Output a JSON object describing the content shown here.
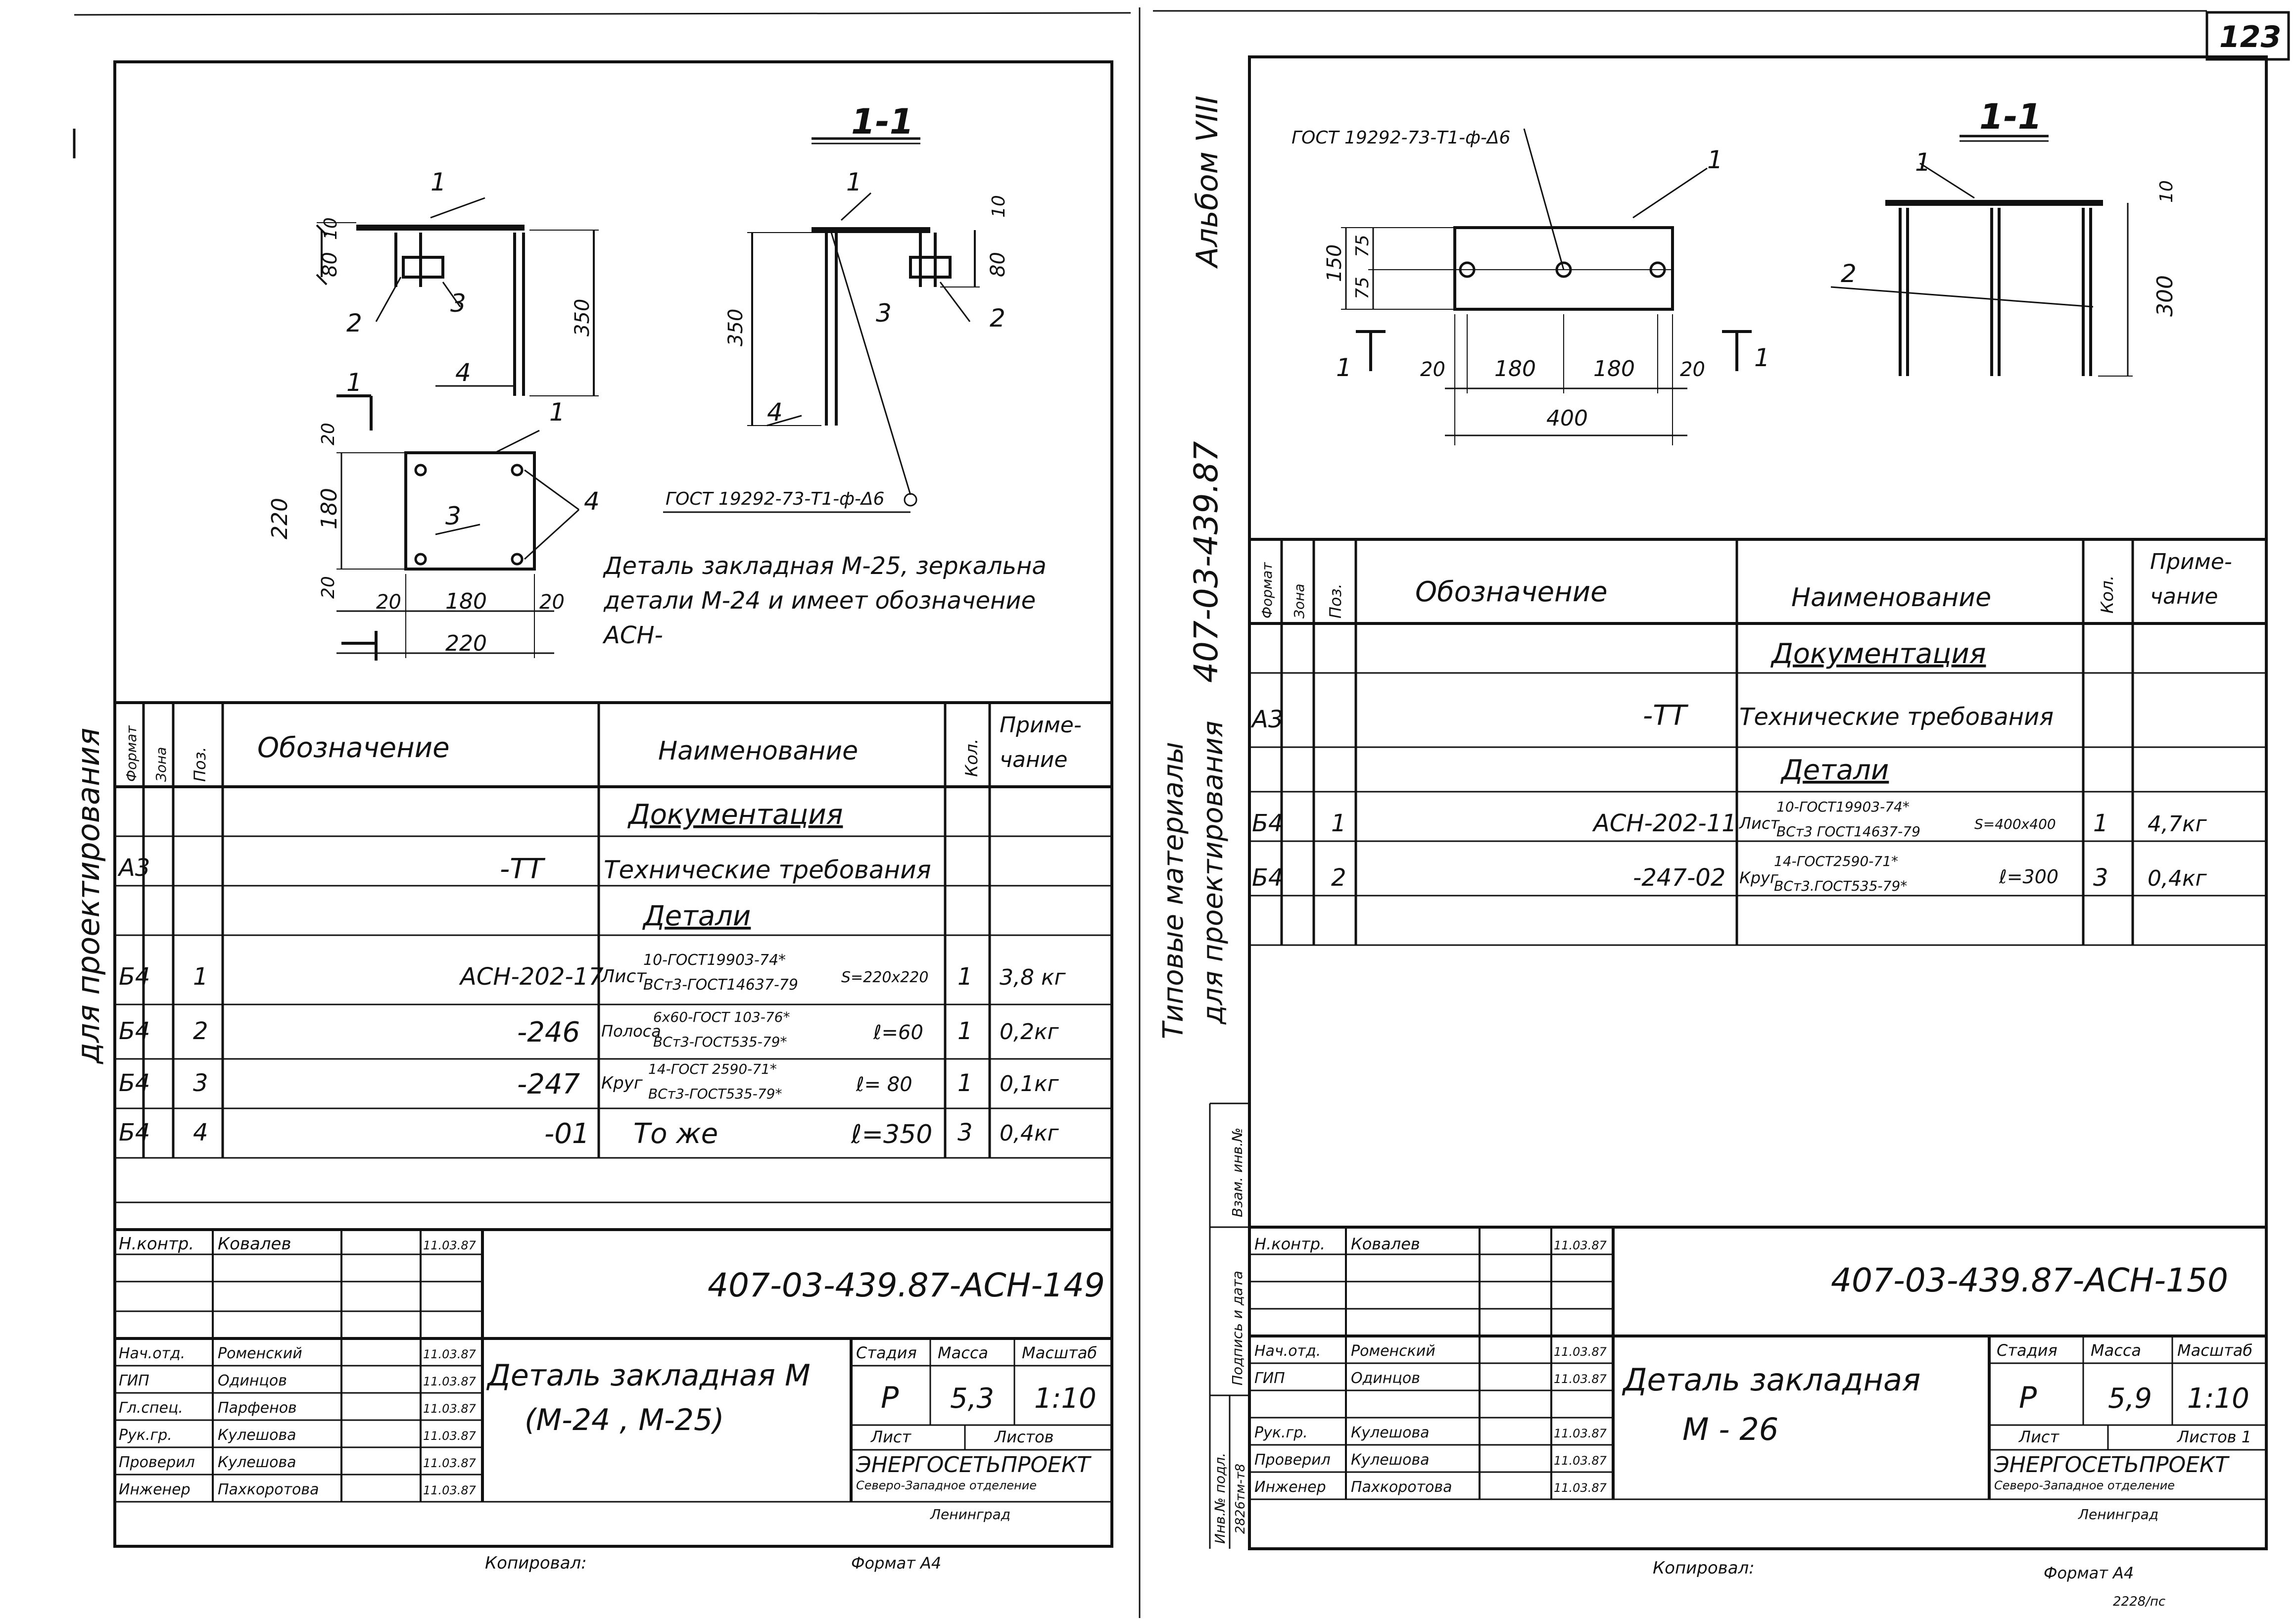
{
  "page_number": "123",
  "left_sheet": {
    "side_note": "для проектирования",
    "section": {
      "title": "1-1"
    },
    "left_view": {
      "dim_10": "10",
      "dim_80": "80",
      "dim_350": "350",
      "pos1": "1",
      "pos2": "2",
      "pos3": "3",
      "pos4": "4"
    },
    "right_view": {
      "dim_350": "350",
      "dim_10": "10",
      "dim_80": "80",
      "pos1": "1",
      "pos2": "2",
      "pos3": "3",
      "pos4": "4"
    },
    "plan_view": {
      "dim_220_v": "220",
      "dim_20_top": "20",
      "dim_180_v": "180",
      "dim_20_bottom": "20",
      "dim_20_left": "20",
      "dim_180_h": "180",
      "dim_20_right": "20",
      "dim_220_h": "220",
      "pos1": "1",
      "pos3": "3",
      "pos4": "4",
      "cut_mark": "1"
    },
    "weld_note": "ГОСТ 19292-73-Т1-ф-Δ6",
    "note": [
      "Деталь закладная М-25, зеркальна",
      "детали М-24 и имеет обозначение",
      "АСН-"
    ],
    "spec": {
      "headers": {
        "format": "Формат",
        "zone": "Зона",
        "pos": "Поз.",
        "designation": "Обозначение",
        "name": "Наименование",
        "qty": "Кол.",
        "note1": "Приме-",
        "note2": "чание"
      },
      "section_docs": "Документация",
      "section_parts": "Детали",
      "rows": [
        {
          "format": "А3",
          "pos": "",
          "designation": "-ТТ",
          "name": "Технические требования",
          "qty": "",
          "note": ""
        },
        {
          "format": "Б4",
          "pos": "1",
          "designation": "АСН-202-17",
          "prefix": "Лист",
          "frac_top": "10-ГОСТ19903-74*",
          "frac_bottom": "ВСт3-ГОСТ14637-79",
          "suffix": "S=220х220",
          "qty": "1",
          "note": "3,8 кг"
        },
        {
          "format": "Б4",
          "pos": "2",
          "designation": "-246",
          "prefix": "Полоса",
          "frac_top": "6х60-ГОСТ 103-76*",
          "frac_bottom": "ВСт3-ГОСТ535-79*",
          "suffix": "ℓ=60",
          "qty": "1",
          "note": "0,2кг"
        },
        {
          "format": "Б4",
          "pos": "3",
          "designation": "-247",
          "prefix": "Круг",
          "frac_top": "14-ГОСТ 2590-71*",
          "frac_bottom": "ВСт3-ГОСТ535-79*",
          "suffix": "ℓ= 80",
          "qty": "1",
          "note": "0,1кг"
        },
        {
          "format": "Б4",
          "pos": "4",
          "designation": "-01",
          "name": "То же",
          "suffix": "ℓ=350",
          "qty": "3",
          "note": "0,4кг"
        }
      ]
    },
    "title_block": {
      "code": "407-03-439.87-АСН-149",
      "name_line1": "Деталь закладная М",
      "name_line2": "(М-24 , М-25)",
      "stage_h": "Стадия",
      "mass_h": "Масса",
      "scale_h": "Масштаб",
      "stage": "Р",
      "mass": "5,3",
      "scale": "1:10",
      "sheet_h": "Лист",
      "sheets_h": "Листов",
      "org1": "ЭНЕРГОСЕТЬПРОЕКТ",
      "org2": "Северо-Западное отделение",
      "org3": "Ленинград",
      "staff": [
        {
          "role": "Н.контр.",
          "name": "Ковалев",
          "date": "11.03.87"
        },
        {
          "role": "",
          "name": "",
          "date": ""
        },
        {
          "role": "Нач.отд.",
          "name": "Роменский",
          "date": "11.03.87"
        },
        {
          "role": "ГИП",
          "name": "Одинцов",
          "date": "11.03.87"
        },
        {
          "role": "Гл.спец.",
          "name": "Парфенов",
          "date": "11.03.87"
        },
        {
          "role": "Рук.гр.",
          "name": "Кулешова",
          "date": "11.03.87"
        },
        {
          "role": "Проверил",
          "name": "Кулешова",
          "date": "11.03.87"
        },
        {
          "role": "Инженер",
          "name": "Пахкоротова",
          "date": "11.03.87"
        }
      ]
    },
    "copied": "Копировал:",
    "format": "Формат А4"
  },
  "right_sheet": {
    "album": "Альбом VIII",
    "series": "407-03-439.87",
    "side_title1": "Типовые материалы",
    "side_title2": "для проектирования",
    "side_labels": {
      "inv": "Взам. инв.№",
      "sign": "Подпись и дата",
      "orig": "Инв.№ подл.",
      "num": "2826тм-т8"
    },
    "weld_note": "ГОСТ 19292-73-Т1-ф-Δ6",
    "section": {
      "title": "1-1"
    },
    "front_view": {
      "dim_150": "150",
      "dim_75a": "75",
      "dim_75b": "75",
      "dim_20a": "20",
      "dim_180a": "180",
      "dim_180b": "180",
      "dim_20b": "20",
      "dim_400": "400",
      "pos1": "1",
      "cut_l": "1",
      "cut_r": "1"
    },
    "section_view": {
      "pos1": "1",
      "pos2": "2",
      "dim_10": "10",
      "dim_300": "300"
    },
    "spec": {
      "headers": {
        "format": "Формат",
        "zone": "Зона",
        "pos": "Поз.",
        "designation": "Обозначение",
        "name": "Наименование",
        "qty": "Кол.",
        "note1": "Приме-",
        "note2": "чание"
      },
      "section_docs": "Документация",
      "section_parts": "Детали",
      "rows": [
        {
          "format": "А3",
          "pos": "",
          "designation": "-ТТ",
          "name": "Технические требования",
          "qty": "",
          "note": ""
        },
        {
          "format": "Б4",
          "pos": "1",
          "designation": "АСН-202-11",
          "prefix": "Лист",
          "frac_top": "10-ГОСТ19903-74*",
          "frac_bottom": "ВСт3 ГОСТ14637-79",
          "suffix": "S=400х400",
          "qty": "1",
          "note": "4,7кг"
        },
        {
          "format": "Б4",
          "pos": "2",
          "designation": "-247-02",
          "prefix": "Круг",
          "frac_top": "14-ГОСТ2590-71*",
          "frac_bottom": "ВСт3.ГОСТ535-79*",
          "suffix": "ℓ=300",
          "qty": "3",
          "note": "0,4кг"
        }
      ]
    },
    "title_block": {
      "code": "407-03-439.87-АСН-150",
      "name_line1": "Деталь закладная",
      "name_line2": "М - 26",
      "stage_h": "Стадия",
      "mass_h": "Масса",
      "scale_h": "Масштаб",
      "stage": "Р",
      "mass": "5,9",
      "scale": "1:10",
      "sheet_h": "Лист",
      "sheets_h": "Листов 1",
      "org1": "ЭНЕРГОСЕТЬПРОЕКТ",
      "org2": "Северо-Западное отделение",
      "org3": "Ленинград",
      "staff": [
        {
          "role": "Н.контр.",
          "name": "Ковалев",
          "date": "11.03.87"
        },
        {
          "role": "",
          "name": "",
          "date": ""
        },
        {
          "role": "Нач.отд.",
          "name": "Роменский",
          "date": "11.03.87"
        },
        {
          "role": "ГИП",
          "name": "Одинцов",
          "date": "11.03.87"
        },
        {
          "role": "Рук.гр.",
          "name": "Кулешова",
          "date": "11.03.87"
        },
        {
          "role": "Проверил",
          "name": "Кулешова",
          "date": "11.03.87"
        },
        {
          "role": "Инженер",
          "name": "Пахкоротова",
          "date": "11.03.87"
        }
      ]
    },
    "copied": "Копировал:",
    "format": "Формат А4",
    "footer_code": "2228/пс"
  }
}
